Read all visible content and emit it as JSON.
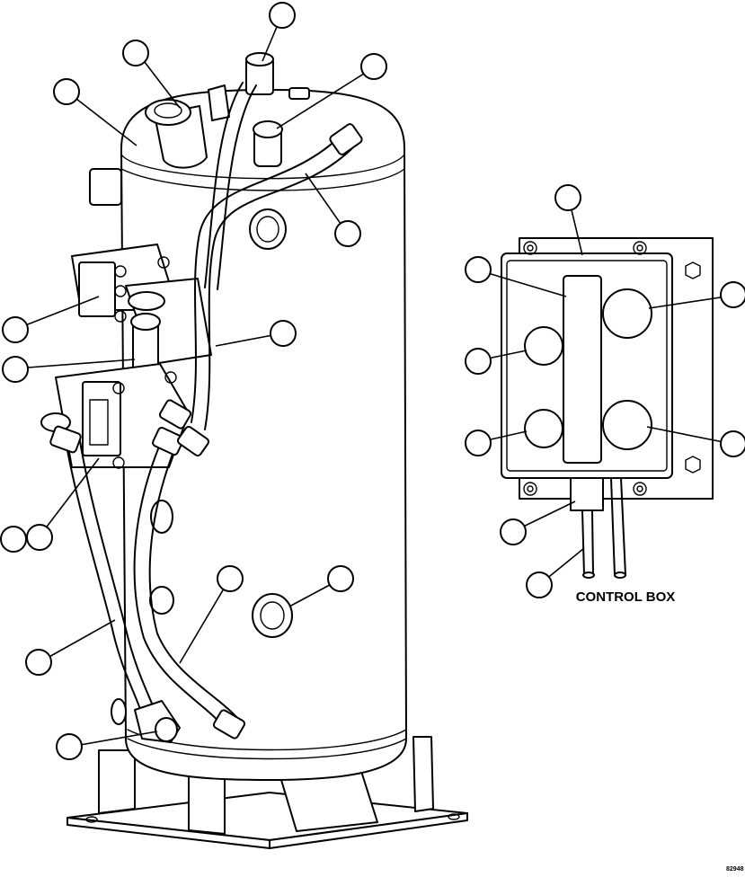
{
  "figure": {
    "labels": {
      "control_box_caption": "CONTROL BOX",
      "figure_code": "82948"
    },
    "callout_count": 22,
    "colors": {
      "line": "#000000",
      "background": "#ffffff"
    }
  }
}
